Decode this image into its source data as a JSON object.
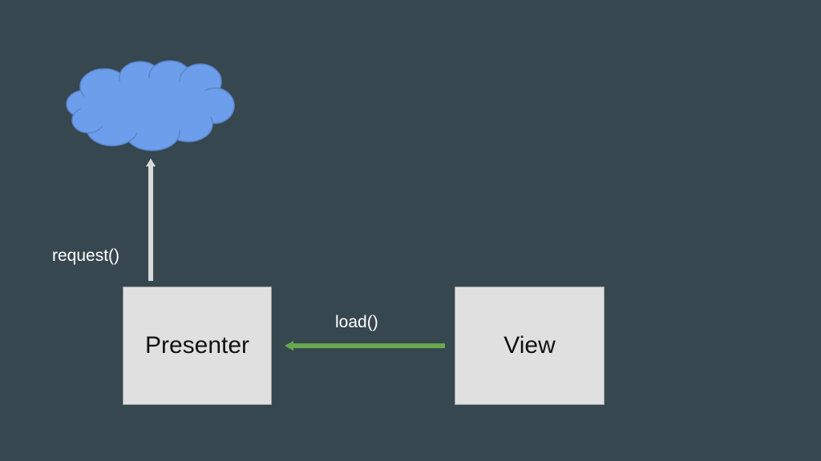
{
  "diagram": {
    "nodes": {
      "cloud": {
        "label": "",
        "shape": "cloud",
        "color": "#6d9eeb"
      },
      "presenter": {
        "label": "Presenter",
        "shape": "box",
        "color": "#e0e0e0"
      },
      "view": {
        "label": "View",
        "shape": "box",
        "color": "#e0e0e0"
      }
    },
    "edges": {
      "request": {
        "from": "presenter",
        "to": "cloud",
        "label": "request()",
        "color": "#d9d9d9"
      },
      "load": {
        "from": "view",
        "to": "presenter",
        "label": "load()",
        "color": "#6aa84f"
      }
    }
  },
  "colors": {
    "background": "#37474f"
  }
}
